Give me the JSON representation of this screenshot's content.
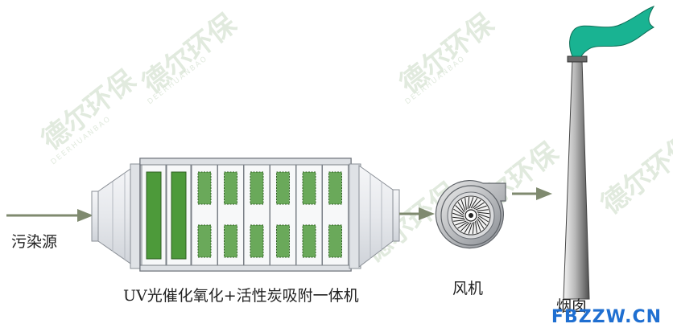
{
  "labels": {
    "pollution_source": "污染源",
    "equipment": "UV光催化氧化+活性炭吸附一体机",
    "fan": "风机",
    "chimney": "烟囱"
  },
  "watermark": {
    "text": "德尔环保",
    "subtext": "DEERHUANBAO"
  },
  "brand_mark": "FBZZW.CN",
  "colors": {
    "uv_lamp": "#4d9a3a",
    "carbon_cell": "#6aa95a",
    "arrow": "#7f8a6f",
    "plume": "#19b392",
    "housing": "#eef0f3",
    "brand": "#1f6fd1"
  }
}
